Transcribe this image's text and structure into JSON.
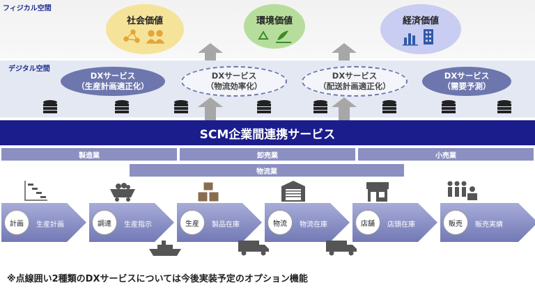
{
  "layers": {
    "physical_label": "フィジカル空間",
    "digital_label": "デジタル空間"
  },
  "values": [
    {
      "label": "社会価値",
      "color": "#f6e39a"
    },
    {
      "label": "環境価値",
      "color": "#b7dd9c"
    },
    {
      "label": "経済価値",
      "color": "#c9cdf2"
    }
  ],
  "dx_services": [
    {
      "line1": "DXサービス",
      "line2": "（生産計画適正化）",
      "style": "solid"
    },
    {
      "line1": "DXサービス",
      "line2": "（物流効率化）",
      "style": "dashed"
    },
    {
      "line1": "DXサービス",
      "line2": "（配送計画適正化）",
      "style": "dashed"
    },
    {
      "line1": "DXサービス",
      "line2": "（需要予測）",
      "style": "solid"
    }
  ],
  "scm_label": "SCM企業間連携サービス",
  "industries": {
    "manufacturing": "製造業",
    "wholesale": "卸売業",
    "retail": "小売業",
    "logistics": "物流業"
  },
  "process_steps": [
    {
      "circle": "計画",
      "label": "生産計画",
      "icon": "gantt-icon"
    },
    {
      "circle": "調達",
      "label": "生産指示",
      "icon": "mining-cart-icon"
    },
    {
      "circle": "生産",
      "label": "製品在庫",
      "icon": "boxes-icon"
    },
    {
      "circle": "物流",
      "label": "物流在庫",
      "icon": "warehouse-icon"
    },
    {
      "circle": "店舗",
      "label": "店頭在庫",
      "icon": "store-icon"
    },
    {
      "circle": "販売",
      "label": "販売実績",
      "icon": "customers-icon"
    }
  ],
  "footnote": "※点線囲い2種類のDXサービスについては今後実装予定のオプション機能",
  "colors": {
    "scm_bar": "#1b1d8c",
    "dx_solid": "#6d77ad",
    "industry_bar": "#8b8fc1"
  }
}
